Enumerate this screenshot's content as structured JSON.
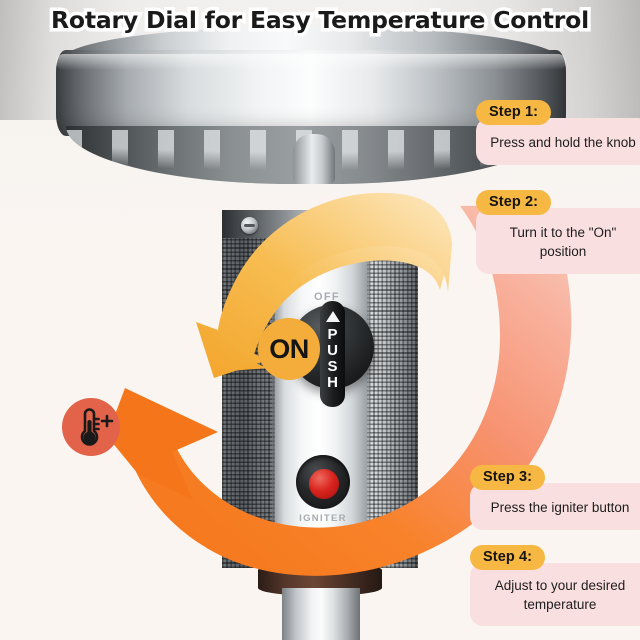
{
  "title": "Rotary Dial for Easy Temperature Control",
  "theme": {
    "background": "#faf5f1",
    "badge_amber": "#f6b743",
    "body_pink": "#fadfe0",
    "arrow_orange": "#f5791f",
    "arrow_yellow": "#f5b63c",
    "on_badge": "#f4ad3a",
    "thermo_circle": "#e2634a",
    "igniter_red": "#d8231d"
  },
  "steps": [
    {
      "badge": "Step 1:",
      "text": "Press and hold the knob"
    },
    {
      "badge": "Step 2:",
      "text": "Turn it to the \"On\" position"
    },
    {
      "badge": "Step 3:",
      "text": "Press the igniter button"
    },
    {
      "badge": "Step 4:",
      "text": "Adjust to your desired temperature"
    }
  ],
  "control_panel": {
    "off_label": "OFF",
    "on_badge": "ON",
    "knob_text": "PUSH",
    "knob_letters": [
      "P",
      "U",
      "S",
      "H"
    ],
    "igniter_label": "IGNITER"
  },
  "icons": {
    "thermometer": "thermometer-plus-icon",
    "knob_pointer": "triangle-pointer-icon",
    "rotation_arrow_yellow": "curved-arrow-down-left-icon",
    "rotation_arrow_orange": "curved-arrow-up-left-icon"
  }
}
